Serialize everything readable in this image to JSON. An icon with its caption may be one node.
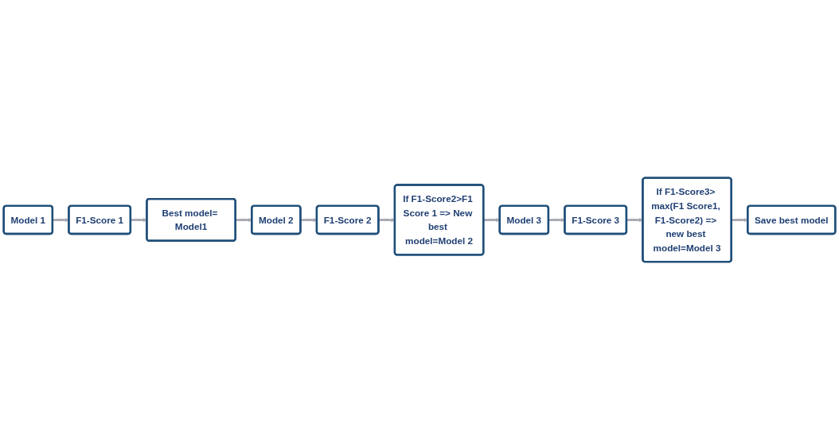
{
  "diagram": {
    "nodes": [
      {
        "text": [
          "Model 1"
        ]
      },
      {
        "text": [
          "F1-Score 1"
        ]
      },
      {
        "text": [
          "Best model= Model1"
        ]
      },
      {
        "text": [
          "Model 2"
        ]
      },
      {
        "text": [
          "F1-Score 2"
        ]
      },
      {
        "text": [
          "If F1-Score2>F1 Score 1 => New best model=Model 2"
        ]
      },
      {
        "text": [
          "Model 3"
        ]
      },
      {
        "text": [
          "F1-Score 3"
        ]
      },
      {
        "text": [
          "If F1-Score3> max(F1 Score1, F1-Score2) => new best model=Model 3"
        ]
      },
      {
        "text": [
          "Save best model"
        ]
      }
    ],
    "edges": [
      {
        "from": 0,
        "to": 1,
        "arrow": "to"
      },
      {
        "from": 1,
        "to": 2,
        "arrow": "to"
      },
      {
        "from": 2,
        "to": 3,
        "arrow": "to"
      },
      {
        "from": 3,
        "to": 4,
        "arrow": "to"
      },
      {
        "from": 4,
        "to": 5,
        "arrow": "to"
      },
      {
        "from": 5,
        "to": 6,
        "arrow": "to"
      },
      {
        "from": 6,
        "to": 7,
        "arrow": "to"
      },
      {
        "from": 7,
        "to": 8,
        "arrow": "to"
      },
      {
        "from": 8,
        "to": 9,
        "arrow": "to"
      }
    ]
  }
}
